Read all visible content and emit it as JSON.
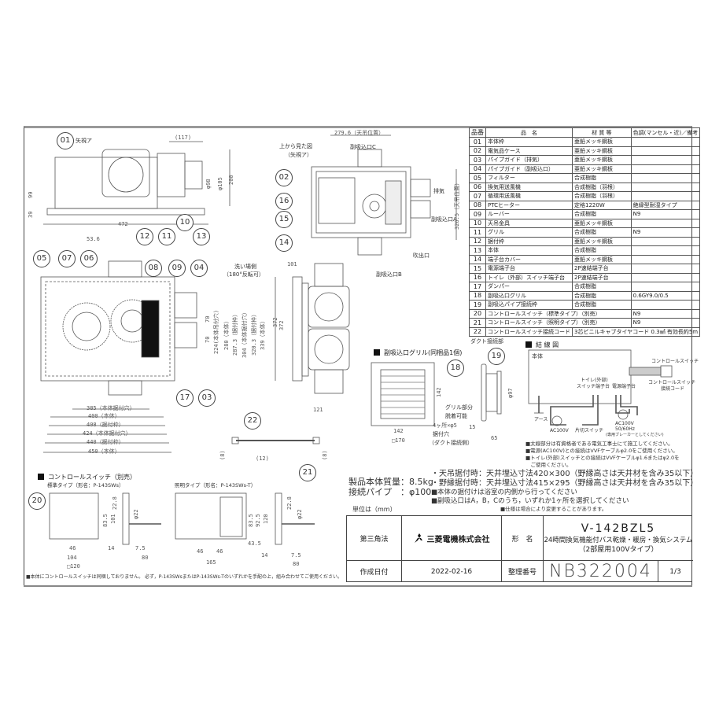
{
  "parts_table": {
    "headers": [
      "品番",
      "品　名",
      "材 質 等",
      "色調(マンセル・近)／備考"
    ],
    "rows": [
      [
        "01",
        "本体枠",
        "亜鉛メッキ鋼板",
        ""
      ],
      [
        "02",
        "電気品ケース",
        "亜鉛メッキ鋼板",
        ""
      ],
      [
        "03",
        "パイプガイド（排気）",
        "亜鉛メッキ鋼板",
        ""
      ],
      [
        "04",
        "パイプガイド（副吸込口）",
        "亜鉛メッキ鋼板",
        ""
      ],
      [
        "05",
        "フィルター",
        "合成樹脂",
        ""
      ],
      [
        "06",
        "換気用送風機",
        "合成樹脂（羽根）",
        ""
      ],
      [
        "07",
        "循環用送風機",
        "合成樹脂（羽根）",
        ""
      ],
      [
        "08",
        "PTCヒーター",
        "定格1220W",
        "絶縁型耐湿タイプ"
      ],
      [
        "09",
        "ルーバー",
        "合成樹脂",
        "N9"
      ],
      [
        "10",
        "天吊金具",
        "亜鉛メッキ鋼板",
        ""
      ],
      [
        "11",
        "グリル",
        "合成樹脂",
        "N9"
      ],
      [
        "12",
        "据付枠",
        "亜鉛メッキ鋼板",
        ""
      ],
      [
        "13",
        "本体",
        "合成樹脂",
        ""
      ],
      [
        "14",
        "端子台カバー",
        "亜鉛メッキ鋼板",
        ""
      ],
      [
        "15",
        "電源端子台",
        "2P速結端子台",
        ""
      ],
      [
        "16",
        "トイレ（外部）スイッチ端子台",
        "2P速結端子台",
        ""
      ],
      [
        "17",
        "ダンパー",
        "合成樹脂",
        ""
      ],
      [
        "18",
        "副吸込口グリル",
        "合成樹脂",
        "0.6GY9.0/0.5"
      ],
      [
        "19",
        "副吸込パイプ接続枠",
        "合成樹脂",
        ""
      ],
      [
        "20",
        "コントロールスイッチ（標準タイプ）（別売）",
        "",
        "N9"
      ],
      [
        "21",
        "コントロールスイッチ（照明タイプ）（別売）",
        "",
        "N9"
      ],
      [
        "22",
        "コントロールスイッチ接続コード",
        "3芯ビニルキャブタイヤコード 0.3㎟ 有効長約5m",
        ""
      ]
    ]
  },
  "views": {
    "side": {
      "arrow_label": "矢視ア",
      "dims": [
        "(117)",
        "φ98",
        "φ105",
        "200",
        "99",
        "39",
        "472",
        "53.6"
      ]
    },
    "top": {
      "title": "上から見た図",
      "subtitle": "（矢視ア）",
      "inlet_c": "副吸込口C",
      "exhaust": "排気",
      "inlet_a": "副吸込口A",
      "outlet": "吹出口",
      "inlet_b": "副吸込口B",
      "dims": [
        "279.6（天吊位置）",
        "326.5（天吊位置）"
      ]
    },
    "plan": {
      "wash_side": "洗い場側",
      "rotatable": "（180°反転可）",
      "dims_v": [
        "70",
        "70",
        "224(本体吊付穴)",
        "280（本体）",
        "287.3（据付枠）",
        "304（本体据付穴）",
        "320.3（据付枠）",
        "339（本体）",
        "372"
      ],
      "dims_h": [
        "385（本体据付穴）",
        "400（本体）",
        "408（据付枠）",
        "424（本体据付穴）",
        "440（据付枠）",
        "450（本体）"
      ]
    },
    "front": {
      "dims": [
        "101",
        "372",
        "121"
      ]
    },
    "cord": {
      "dims": [
        "(8)",
        "(12)",
        "(8)"
      ]
    }
  },
  "balloons": [
    "01",
    "10",
    "11",
    "12",
    "13",
    "05",
    "07",
    "06",
    "08",
    "09",
    "04",
    "17",
    "03",
    "02",
    "16",
    "15",
    "14",
    "22",
    "18",
    "19",
    "20",
    "21"
  ],
  "grille": {
    "title": "副吸込口グリル(同梱品1個)",
    "duct_side_part": "ダクト接続部",
    "removable_1": "グリル部分",
    "removable_2": "脱着可能",
    "holes": "4ヶ所×φ5",
    "holes_2": "据付穴",
    "duct_side": "（ダクト接続側）",
    "dims": [
      "142",
      "□170",
      "142",
      "φ97",
      "15",
      "65"
    ]
  },
  "wiring": {
    "title": "結 線 図",
    "body": "本体",
    "toilet_terminal_1": "トイレ(外部)",
    "toilet_terminal_2": "スイッチ端子台",
    "power_terminal": "電源端子台",
    "control_switch": "コントロールスイッチ",
    "control_cord_1": "コントロールスイッチ",
    "control_cord_2": "接続コード",
    "earth": "アース",
    "ac_left": "AC100V",
    "single_switch": "片切スイッチ",
    "ac_right": "AC100V",
    "freq": "50/60Hz",
    "breaker": "(専用ブレーカーとしてください)",
    "notes": [
      "■太線部分は有資格者である電気工事士にて施工してください。",
      "■電源(AC100V)との接続はVVFケーブルφ2.0をご使用ください。",
      "■トイレ(外部)スイッチとの接続はVVFケーブルφ1.6またはφ2.0を",
      "　ご使用ください。"
    ]
  },
  "specs": {
    "mass": "製品本体質量：8.5kg",
    "pipe": "接続パイプ　：φ100",
    "lines": [
      "・天吊据付時：天井埋込寸法420×300（野縁高さは天井材を含み35以下）",
      "・野縁据付時：天井埋込寸法415×295（野縁高さは天井材を含み35以下）",
      "■本体の据付けは浴室の内側から行ってください",
      "■副吸込口はA，B，Cのうち，いずれか1ヶ所を選択してください"
    ],
    "unit": "単位は（mm）",
    "change_note": "■仕様は場合により変更することがあります。"
  },
  "control_switch": {
    "title": "コントロールスイッチ（別売）",
    "standard": "標準タイプ（形名：P-143SWs）",
    "lighting": "照明タイプ（形名：P-143SWs-T）",
    "std_dims": [
      "22.8",
      "83.5",
      "101",
      "φ22",
      "46",
      "104",
      "□120",
      "14",
      "7.5",
      "80"
    ],
    "light_dims": [
      "22.8",
      "φ22",
      "83.5",
      "92.5",
      "120",
      "43.5",
      "46",
      "46",
      "165",
      "14",
      "7.5",
      "80"
    ],
    "footnote": "■本体にコントロールスイッチは同梱しておりません。 必ず，P-143SWsまたはP-143SWs-Tのいずれかを手配の上，組み合わせてご使用ください。"
  },
  "title_block": {
    "projection": "第三角法",
    "company": "三菱電機株式会社",
    "model_label": "形　名",
    "model": "V-142BZL5",
    "description": "24時間換気機能付バス乾燥・暖房・換気システム",
    "variant": "（2部屋用100Vタイプ）",
    "date_label": "作成日付",
    "date": "2022-02-16",
    "doc_no_label": "整理番号",
    "doc_no": "NB322004",
    "page": "1/3"
  }
}
